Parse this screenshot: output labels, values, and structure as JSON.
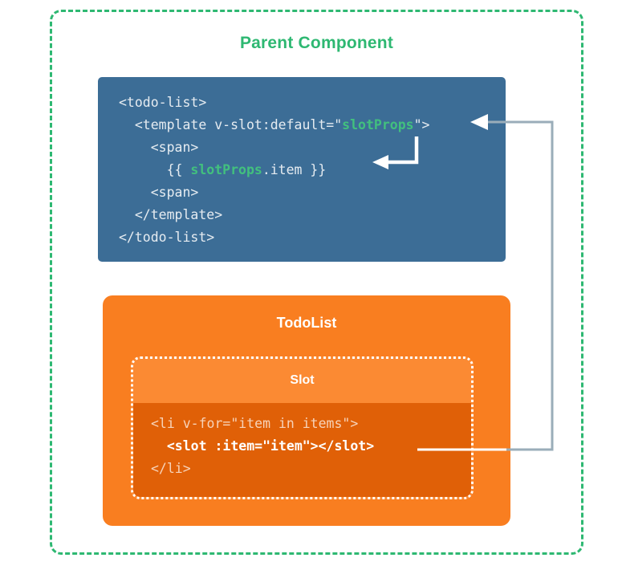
{
  "diagram": {
    "title": "Parent Component",
    "title_color": "#2eb872",
    "outer_border_style": "green-dashed"
  },
  "parent_code_block": {
    "background": "#3c6d96",
    "lines": [
      {
        "indent": 0,
        "plain_before": "<todo-list>",
        "highlight": "",
        "plain_after": ""
      },
      {
        "indent": 1,
        "plain_before": "<template v-slot:default=\"",
        "highlight": "slotProps",
        "plain_after": "\">"
      },
      {
        "indent": 2,
        "plain_before": "<span>",
        "highlight": "",
        "plain_after": ""
      },
      {
        "indent": 3,
        "plain_before": "{{ ",
        "highlight": "slotProps",
        "plain_after": ".item }}"
      },
      {
        "indent": 2,
        "plain_before": "<span>",
        "highlight": "",
        "plain_after": ""
      },
      {
        "indent": 1,
        "plain_before": "</template>",
        "highlight": "",
        "plain_after": ""
      },
      {
        "indent": 0,
        "plain_before": "</todo-list>",
        "highlight": "",
        "plain_after": ""
      }
    ],
    "highlight_color": "#42c07e"
  },
  "todolist_block": {
    "title": "TodoList",
    "background": "#f97e20",
    "slot": {
      "title": "Slot",
      "header_background": "#fb8a33",
      "code_background": "#e06007",
      "lines": [
        {
          "indent": 0,
          "text": "<li v-for=\"item in items\">",
          "bold": false
        },
        {
          "indent": 1,
          "text": "<slot :item=\"item\"></slot>",
          "bold": true
        },
        {
          "indent": 0,
          "text": "</li>",
          "bold": false
        }
      ]
    }
  },
  "connectors": {
    "slot_to_template": {
      "color": "#9aadb9",
      "description": "from slot tag right edge up to template v-slot line"
    },
    "slotprops_to_interpolation": {
      "color": "#ffffff",
      "description": "from slotProps binding down-left to slotProps.item interpolation"
    }
  }
}
